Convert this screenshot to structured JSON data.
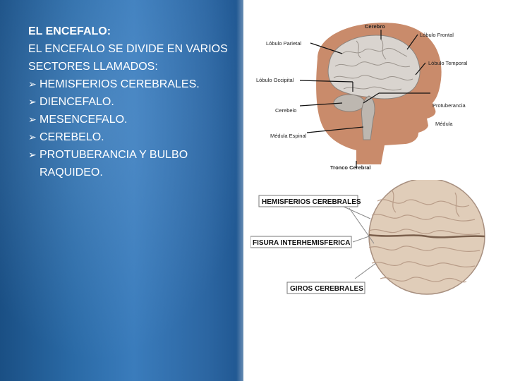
{
  "slide": {
    "title": "EL ENCEFALO:",
    "intro": "EL ENCEFALO SE DIVIDE EN VARIOS SECTORES LLAMADOS:",
    "items": [
      "HEMISFERIOS CEREBRALES.",
      "DIENCEFALO.",
      "MESENCEFALO.",
      "CEREBELO.",
      "PROTUBERANCIA Y BULBO RAQUIDEO."
    ]
  },
  "figure_head": {
    "labels": {
      "cerebro": "Cerebro",
      "lobulo_frontal": "Lóbulo Frontal",
      "lobulo_parietal": "Lóbulo Parietal",
      "lobulo_temporal": "Lóbulo Temporal",
      "lobulo_occipital": "Lóbulo Occipital",
      "protuberancia": "Protuberancia",
      "cerebelo": "Cerebelo",
      "medula": "Médula",
      "medula_espinal": "Médula Espinal",
      "tronco_cerebral": "Tronco Cerebral"
    }
  },
  "figure_brain": {
    "labels": {
      "hemisferios": "HEMISFERIOS CEREBRALES",
      "fisura": "FISURA INTERHEMISFERICA",
      "giros": "GIROS CEREBRALES"
    }
  },
  "colors": {
    "panel": "#2a6aa6",
    "skin": "#c98b6b",
    "brain": "#dcd6cf"
  },
  "icons": {
    "bullet": "arrow-right-icon"
  }
}
